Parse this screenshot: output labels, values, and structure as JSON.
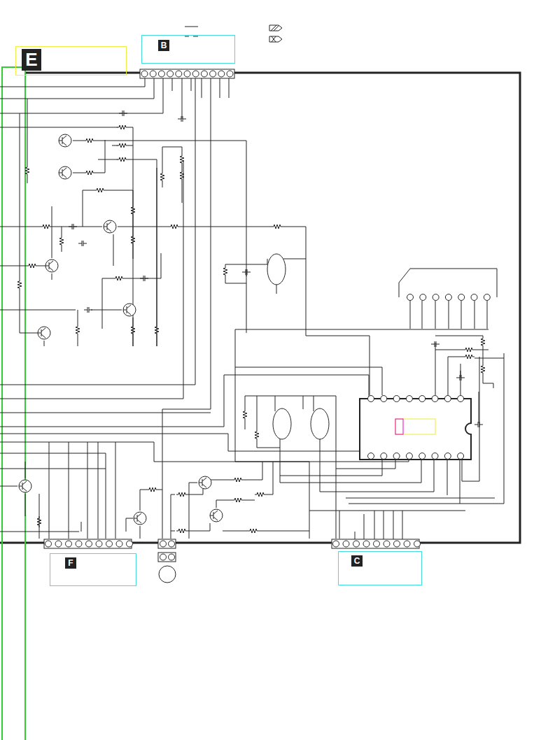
{
  "diagram": {
    "nodes": [
      {
        "text": [
          "E"
        ]
      },
      {
        "text": [
          "B"
        ]
      },
      {
        "text": [
          "F"
        ]
      },
      {
        "text": [
          "C"
        ]
      }
    ]
  }
}
